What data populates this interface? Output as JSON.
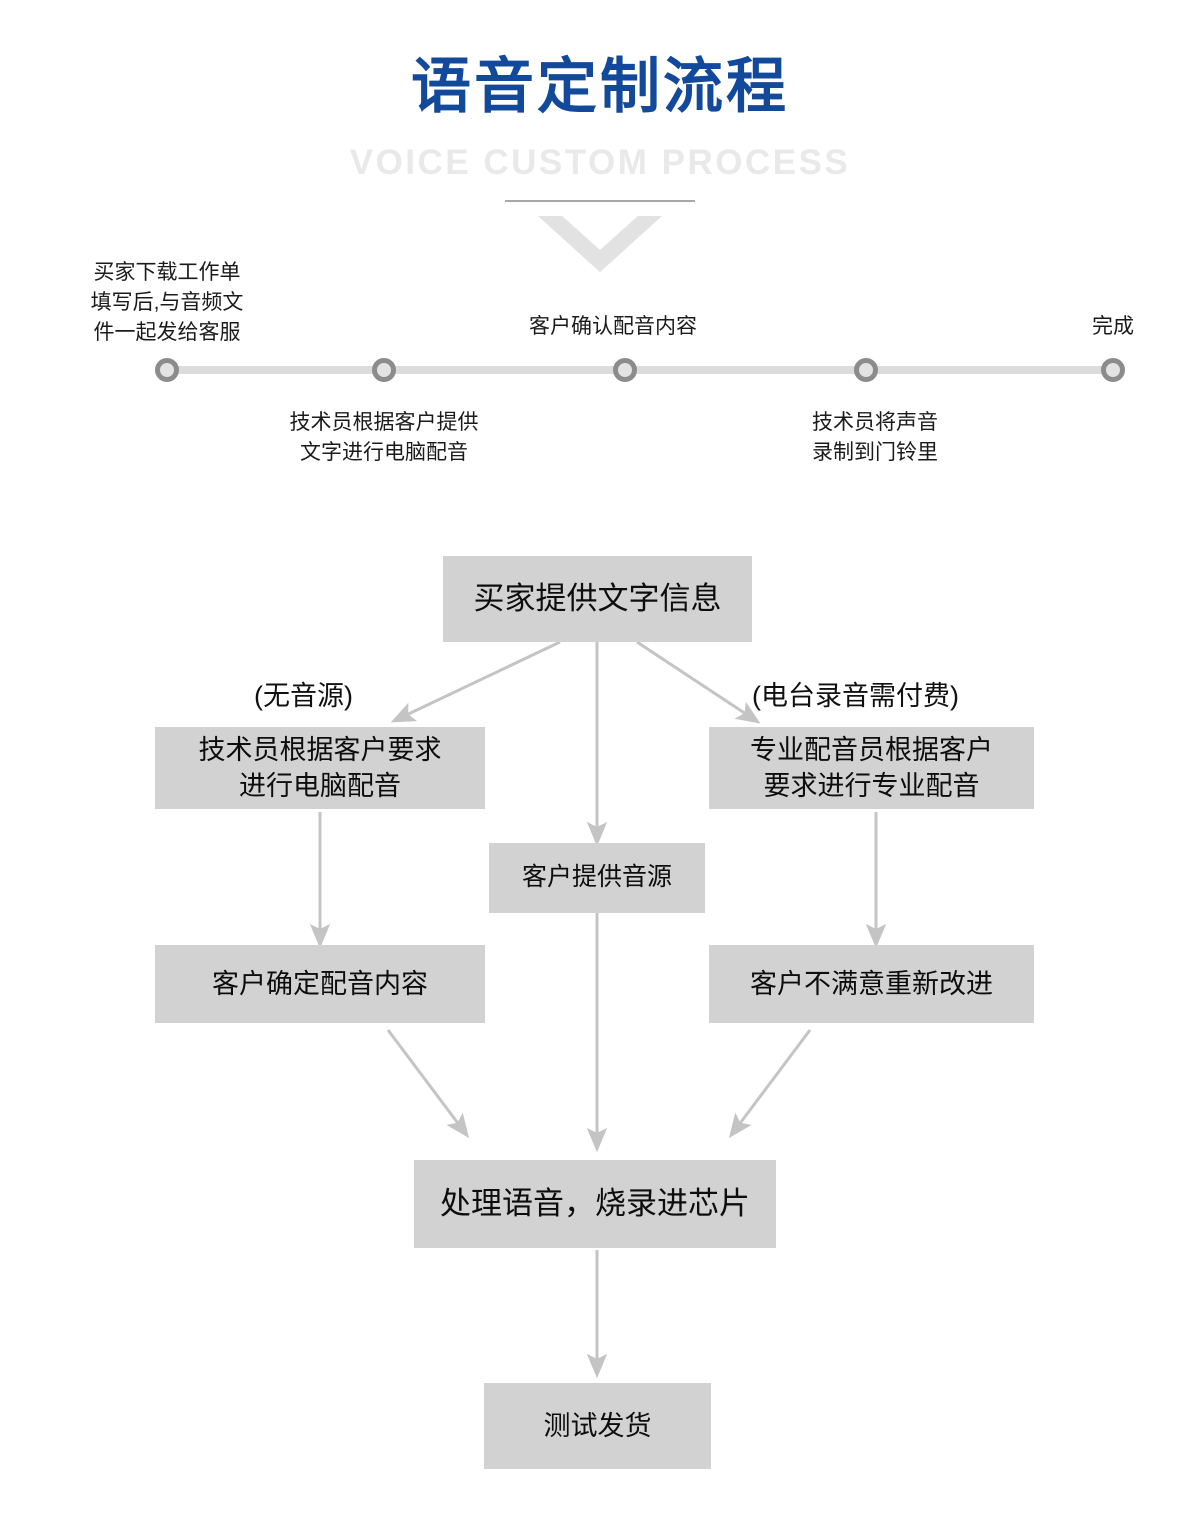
{
  "header": {
    "title_cn": "语音定制流程",
    "title_en": "VOICE CUSTOM PROCESS",
    "divider_color": "#a8a8a8",
    "accent_color": "#13499b",
    "chevron_color": "#e2e2e2",
    "chevron_icon": "chevron-down-icon"
  },
  "timeline": {
    "line_color": "#dcdcdc",
    "dot_ring_color": "#8c8c8c",
    "dot_fill_color": "#e3e3e3",
    "steps": [
      {
        "label": "买家下载工作单\n填写后,与音频文\n件一起发给客服",
        "position": "above"
      },
      {
        "label": "技术员根据客户提供\n文字进行电脑配音",
        "position": "below"
      },
      {
        "label": "客户确认配音内容",
        "position": "above"
      },
      {
        "label": "技术员将声音\n录制到门铃里",
        "position": "below"
      },
      {
        "label": "完成",
        "position": "above"
      }
    ]
  },
  "flow": {
    "box_fill": "#d2d2d2",
    "arrow_color": "#c4c4c4",
    "boxes": {
      "start": "买家提供文字信息",
      "left_top": "技术员根据客户要求\n进行电脑配音",
      "right_top": "专业配音员根据客户\n要求进行专业配音",
      "middle": "客户提供音源",
      "left_bottom": "客户确定配音内容",
      "right_bottom": "客户不满意重新改进",
      "merge": "处理语音，烧录进芯片",
      "end": "测试发货"
    },
    "branch_labels": {
      "left": "(无音源)",
      "right": "(电台录音需付费)"
    }
  }
}
